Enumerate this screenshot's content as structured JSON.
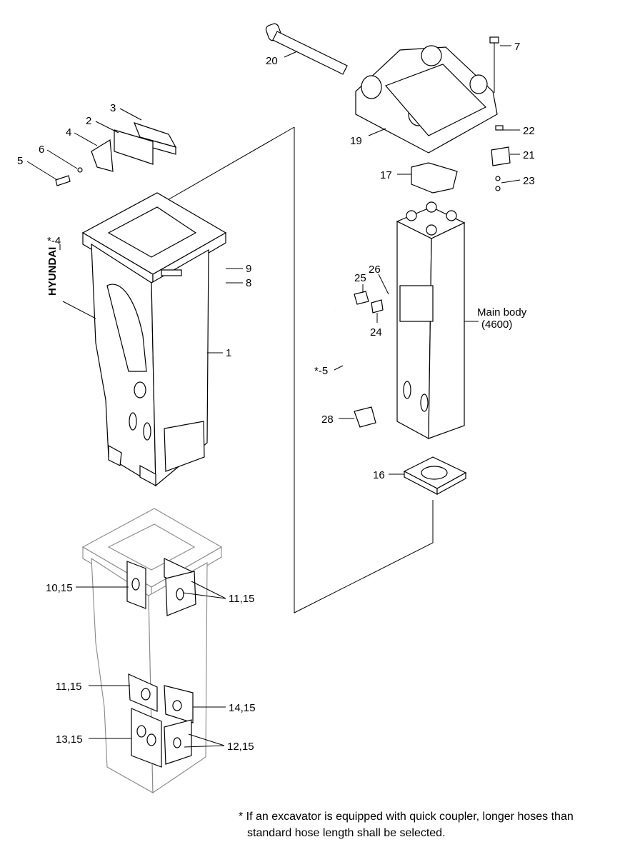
{
  "labels": {
    "p1": "1",
    "p2": "2",
    "p3": "3",
    "p4": "4",
    "p5": "5",
    "p6": "6",
    "p7": "7",
    "p8": "8",
    "p9": "9",
    "p16": "16",
    "p17": "17",
    "p19": "19",
    "p20": "20",
    "p21": "21",
    "p22": "22",
    "p23": "23",
    "p24": "24",
    "p25": "25",
    "p26": "26",
    "p28": "28",
    "hose": "*-5",
    "decal": "*-4",
    "c10_15": "10,15",
    "c11_15a": "11,15",
    "c11_15b": "11,15",
    "c14_15": "14,15",
    "c13_15": "13,15",
    "c12_15": "12,15",
    "main_body": "Main body",
    "main_body_model": "(4600)"
  },
  "decal_text": "HYUNDAI",
  "note": {
    "line1": "* If an excavator is equipped with quick coupler, longer hoses than",
    "line2": "standard hose length shall be selected."
  }
}
